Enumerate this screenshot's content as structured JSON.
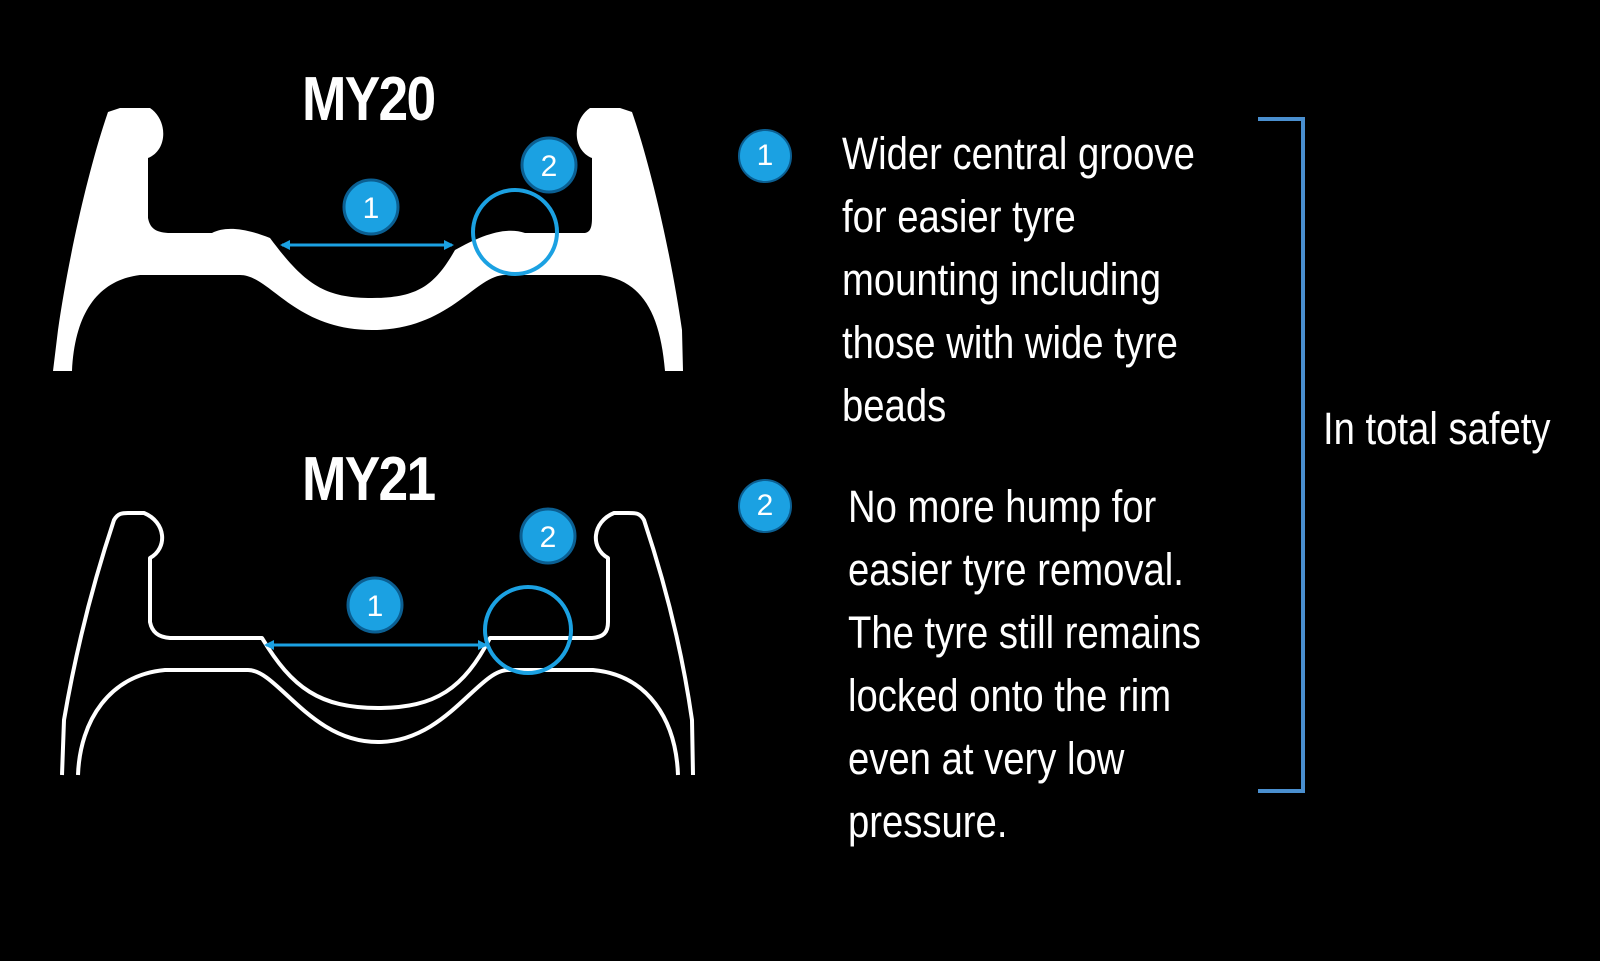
{
  "labels": {
    "top_model": "MY20",
    "bottom_model": "MY21",
    "badge_1": "1",
    "badge_2": "2"
  },
  "points": [
    {
      "number": "1",
      "text": "Wider central groove for easier tyre mounting including those with wide tyre beads"
    },
    {
      "number": "2",
      "text": "No more hump for easier tyre removal. The tyre still remains locked onto the rim even at very low pressure."
    }
  ],
  "summary": "In total safety",
  "colors": {
    "background": "#000000",
    "foreground": "#ffffff",
    "accent": "#1ba1e2",
    "bracket": "#4a8fcf"
  }
}
